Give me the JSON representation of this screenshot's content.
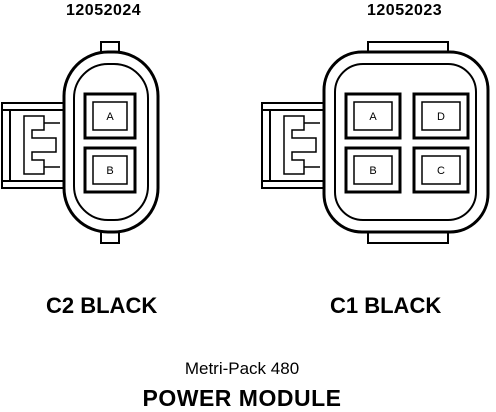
{
  "connectors": {
    "c2": {
      "part_number": "12052024",
      "label": "C2 BLACK",
      "pins": [
        "A",
        "B"
      ]
    },
    "c1": {
      "part_number": "12052023",
      "label": "C1 BLACK",
      "pins": [
        "A",
        "D",
        "B",
        "C"
      ]
    }
  },
  "series": "Metri-Pack 480",
  "module": "POWER MODULE"
}
